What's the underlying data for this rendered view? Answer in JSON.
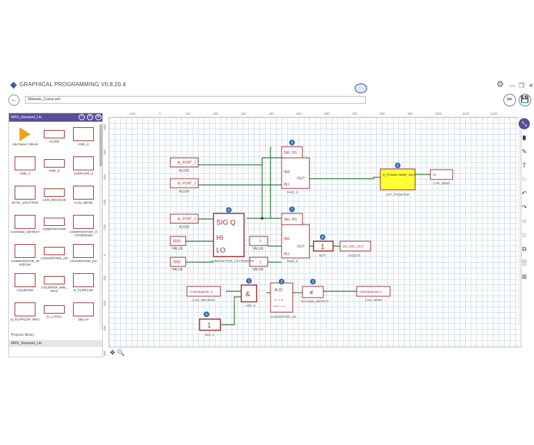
{
  "app": {
    "title": "GRAPHICAL PROGRAMMING  V0.8.20.4",
    "file_name": "Webasto_Crarus.ach"
  },
  "library": {
    "title": "MRS_Standard_Lib",
    "items": [
      {
        "label": "Add New C Block",
        "icon": "triangle-icon"
      },
      {
        "label": "ALGIN",
        "icon": "block-icon"
      },
      {
        "label": "AND_2",
        "icon": "and-icon"
      },
      {
        "label": "AND_4",
        "icon": "block-icon"
      },
      {
        "label": "AND_6",
        "icon": "block-icon"
      },
      {
        "label": "AVERAGE_2",
        "icon": "block-icon"
      },
      {
        "label": "BYTE_SPLITTER",
        "icon": "block-icon"
      },
      {
        "label": "CAN_RECEIVE",
        "icon": "block-icon"
      },
      {
        "label": "CAN_SEND",
        "icon": "block-icon"
      },
      {
        "label": "CHANGE_DETECT",
        "icon": "block-icon"
      },
      {
        "label": "COMPARATOR",
        "icon": "block-icon"
      },
      {
        "label": "COMPARATOR_H YSTERESIS",
        "icon": "block-icon"
      },
      {
        "label": "COMPARATOR_W INDOW",
        "icon": "block-icon"
      },
      {
        "label": "CONVERTER_AD",
        "icon": "block-icon"
      },
      {
        "label": "CONVERTER_DA",
        "icon": "block-icon"
      },
      {
        "label": "COUNTER",
        "icon": "block-icon"
      },
      {
        "label": "COUNTER_MIN_ MAX",
        "icon": "block-icon"
      },
      {
        "label": "D_FLIPFLOP",
        "icon": "block-icon"
      },
      {
        "label": "D_FLIPFLOP_RES",
        "icon": "block-icon"
      },
      {
        "label": "D_LATCH",
        "icon": "block-icon"
      },
      {
        "label": "DELAY",
        "icon": "block-icon"
      }
    ],
    "footer_tabs": [
      "Projects library",
      "MRS_Standard_Lib"
    ]
  },
  "ruler": {
    "h": [
      "-100",
      "0",
      "100",
      "200",
      "300",
      "400",
      "500",
      "600",
      "700",
      "800",
      "900",
      "1000",
      "1100",
      "1200"
    ],
    "v": [
      "-500",
      "-400",
      "-300",
      "-200",
      "-100",
      "0",
      "100",
      "200",
      "300",
      "400"
    ]
  },
  "blocks": {
    "ai_port_1": "AI_PORT_1",
    "ai_port_2": "AI_PORT_2",
    "ai_port_3": "AI_PORT_3",
    "algin": "ALGIN",
    "value": "VALUE",
    "v6000": "6000",
    "v5000": "5000",
    "v0": "0",
    "v1": "1",
    "mux_sel": "SEL 0/1",
    "mux_in0": "IN0",
    "mux_in1": "IN1",
    "mux_out": "OUT",
    "mux_2": "MUX_2",
    "hyst_sig": "SIG Q",
    "hyst_hi": "HI",
    "hyst_lo": "LO",
    "hyst_label": "COMPARATOR_HYSTERESIS",
    "lut_text": "Il_PT1000   TEMP_OUT",
    "lut_label": "LUT_Temperatur",
    "can_send_in": "In",
    "can_send": "CAN_SEND",
    "not_glyph": "1",
    "not_label": "NOT",
    "dig_out_text": "DO_REL_OUT",
    "dig_out": "DIGOUT",
    "can_rx_text": "CanDatapoint_0",
    "can_receive": "CAN_RECEIVE",
    "and_glyph": "&",
    "and_2": "AND_2",
    "conv_a": "A  D",
    "conv_b": "0 -> 0",
    "conv_c": "<>0 -> 1",
    "converter_ad": "CONVERTER_AD",
    "change_glyph": "≠",
    "change_detect": "CHANGE_DETECT",
    "can_tx_text": "CanDatapoint_1",
    "can_send2": "CAN_SEND",
    "dig_glyph": "1",
    "dig_1": "DIG_1"
  },
  "badges": [
    "1",
    "2",
    "3",
    "4",
    "5",
    "6",
    "7",
    "8"
  ],
  "colors": {
    "accent": "#5c4d96",
    "block": "#a33030",
    "wire": "#2e7d32",
    "lut": "#ffff33",
    "badge": "#2d6bb5"
  }
}
